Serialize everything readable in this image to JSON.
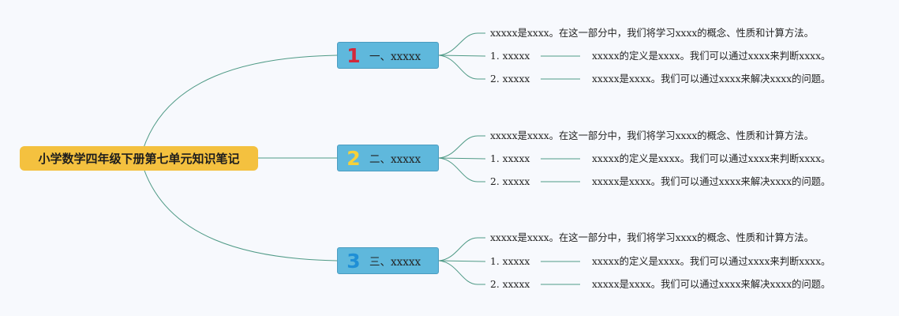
{
  "root": {
    "label": "小学数学四年级下册第七单元知识笔记",
    "color": "#f4c13f"
  },
  "sections": [
    {
      "number": "1",
      "number_color": "#d3283a",
      "title": "一、xxxxx",
      "intro": "xxxxx是xxxx。在这一部分中，我们将学习xxxx的概念、性质和计算方法。",
      "items": [
        {
          "label": "1. xxxxx",
          "desc": "xxxxx的定义是xxxx。我们可以通过xxxx来判断xxxx。"
        },
        {
          "label": "2. xxxxx",
          "desc": "xxxxx是xxxx。我们可以通过xxxx来解决xxxx的问题。"
        }
      ]
    },
    {
      "number": "2",
      "number_color": "#f6d13a",
      "title": "二、xxxxx",
      "intro": "xxxxx是xxxx。在这一部分中，我们将学习xxxx的概念、性质和计算方法。",
      "items": [
        {
          "label": "1. xxxxx",
          "desc": "xxxxx的定义是xxxx。我们可以通过xxxx来判断xxxx。"
        },
        {
          "label": "2. xxxxx",
          "desc": "xxxxx是xxxx。我们可以通过xxxx来解决xxxx的问题。"
        }
      ]
    },
    {
      "number": "3",
      "number_color": "#1f8fd6",
      "title": "三、xxxxx",
      "intro": "xxxxx是xxxx。在这一部分中，我们将学习xxxx的概念、性质和计算方法。",
      "items": [
        {
          "label": "1. xxxxx",
          "desc": "xxxxx的定义是xxxx。我们可以通过xxxx来判断xxxx。"
        },
        {
          "label": "2. xxxxx",
          "desc": "xxxxx是xxxx。我们可以通过xxxx来解决xxxx的问题。"
        }
      ]
    }
  ],
  "line_color": "#4f9a86"
}
